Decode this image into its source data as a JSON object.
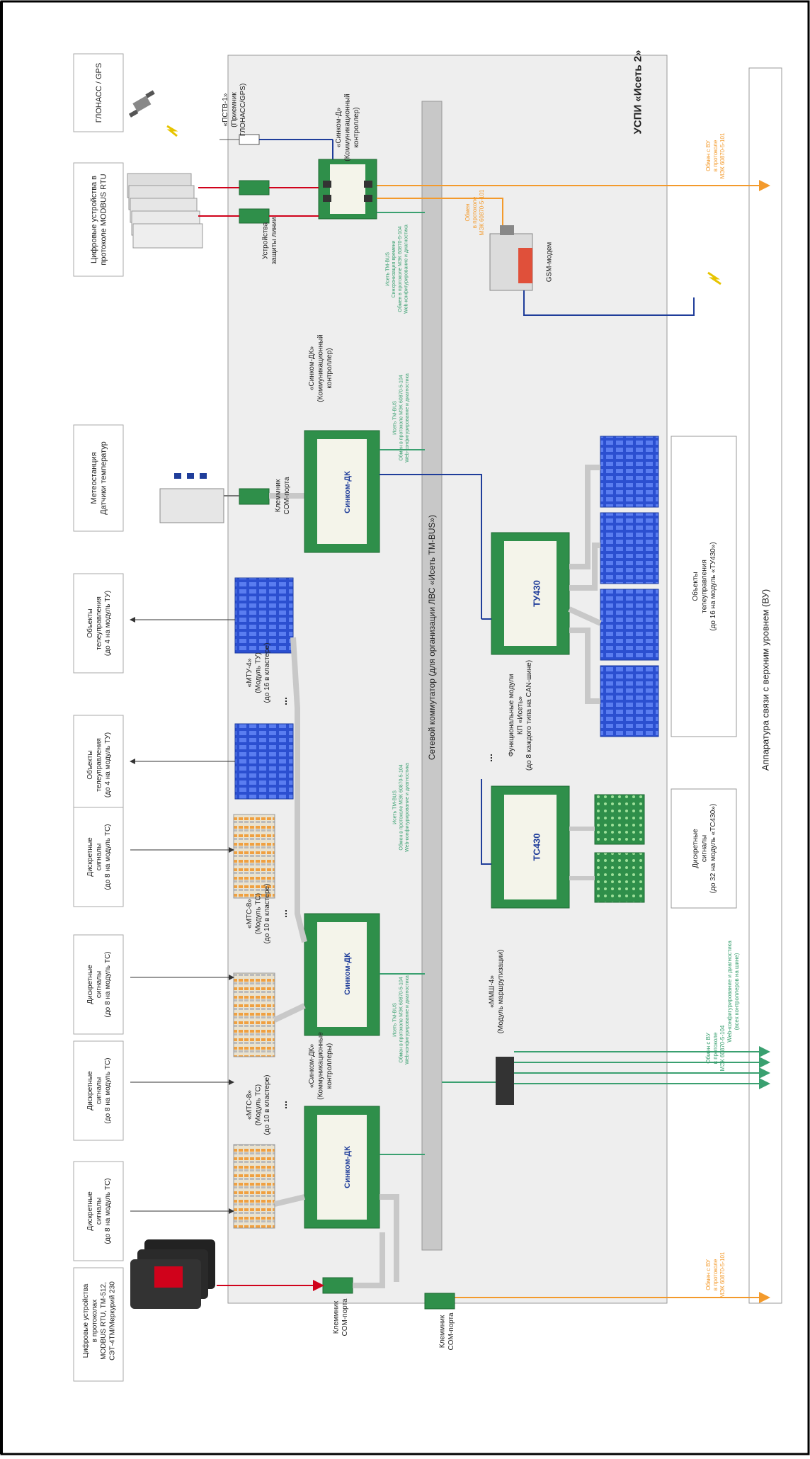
{
  "title": "УСПИ «Исеть 2»",
  "bus_label": "Сетевой коммутатор (для организации ЛВС «Исеть TM-BUS»)",
  "upper_level": "Аппаратура связи с верхним уровнем (ВУ)",
  "glonass": {
    "label": "ГЛОНАСС / GPS"
  },
  "pstv": {
    "lines": [
      "«ПСТВ-1»",
      "(Приемник",
      "ГЛОНАСС/GPS)"
    ]
  },
  "sincom_d": {
    "lines": [
      "«Синком-Д»",
      "(Коммуникационный",
      "контроллер)"
    ]
  },
  "modbus_rtu": {
    "lines": [
      "Цифровые устройства в",
      "протоколе MODBUS RTU"
    ]
  },
  "protection": {
    "lines": [
      "Устройства",
      "защиты линии"
    ]
  },
  "gsm": {
    "label": "GSM-модем",
    "note": [
      "Обмен",
      "в протоколе",
      "МЭК 60870-5-101"
    ]
  },
  "weather": {
    "lines": [
      "Метеостанция",
      "Датчики температур"
    ]
  },
  "com_port": {
    "lines": [
      "Клеммник",
      "COM-порта"
    ]
  },
  "sincom_dk_top": {
    "lines": [
      "«Синком-ДК»",
      "(Коммуникационный",
      "контроллер)"
    ]
  },
  "sincom_dk_pair": {
    "lines": [
      "«Синком-ДК»",
      "(Коммуникационные",
      "контроллеры)"
    ]
  },
  "device_name": "Синком-ДК",
  "bus_notes": {
    "top": [
      "Исеть TM-BUS",
      "Синхронизация времени",
      "Обмен в протоколе МЭК 60870-5-104",
      "Web-конфигурирование и диагностика"
    ],
    "mid": [
      "Исеть TM-BUS",
      "Обмен в протоколе МЭК 60870-5-104",
      "Web-конфигурирование и диагностика"
    ]
  },
  "telecontrol": {
    "lines": [
      "Объекты",
      "телеуправления",
      "(до 4 на модуль ТУ)"
    ]
  },
  "mtu4": {
    "lines": [
      "«МТУ-4»",
      "(Модуль ТУ)",
      "(до 16 в кластере)"
    ]
  },
  "discrete": {
    "lines": [
      "Дискретные",
      "сигналы",
      "(до 8 на модуль ТС)"
    ]
  },
  "mts8": {
    "lines": [
      "«МТС-8»",
      "(Модуль ТС)",
      "(до 10 в кластере)"
    ]
  },
  "func_modules": {
    "lines": [
      "Функциональные модули",
      "КП «Исеть»",
      "(до 8 каждого типа на CAN-шине)"
    ]
  },
  "tu430": {
    "name": "ТУ430",
    "objects": [
      "Объекты",
      "телеуправления",
      "(до 16 на модуль «ТУ430»)"
    ]
  },
  "tc430": {
    "name": "ТС430",
    "objects": [
      "Дискретные",
      "сигналы",
      "(до 32 на модуль «ТС430»)"
    ]
  },
  "mmsh": {
    "lines": [
      "«ММШ-4»",
      "(Модуль маршрутизации)"
    ]
  },
  "exchange_101": [
    "Обмен с ВУ",
    "в протоколе",
    "МЭК 60870-5-101"
  ],
  "exchange_104": [
    "Обмен с ВУ",
    "в протоколе",
    "МЭК 60870-5-104"
  ],
  "web_conf": [
    "Web-конфигурирование и диагностика",
    "(всех контроллеров на шине)"
  ],
  "meters": {
    "lines": [
      "Цифровые устройства",
      "в протоколах",
      "MODBUS RTU, TM-512,",
      "СЭТ-4ТМ/Меркурий 230"
    ]
  },
  "ellipsis": "...",
  "colors": {
    "orange": "#f39a2c",
    "green": "#3aa070",
    "red": "#d0021b",
    "blue": "#1f3d9a",
    "bus": "#c8c8c8",
    "panel": "#eeeeee"
  }
}
